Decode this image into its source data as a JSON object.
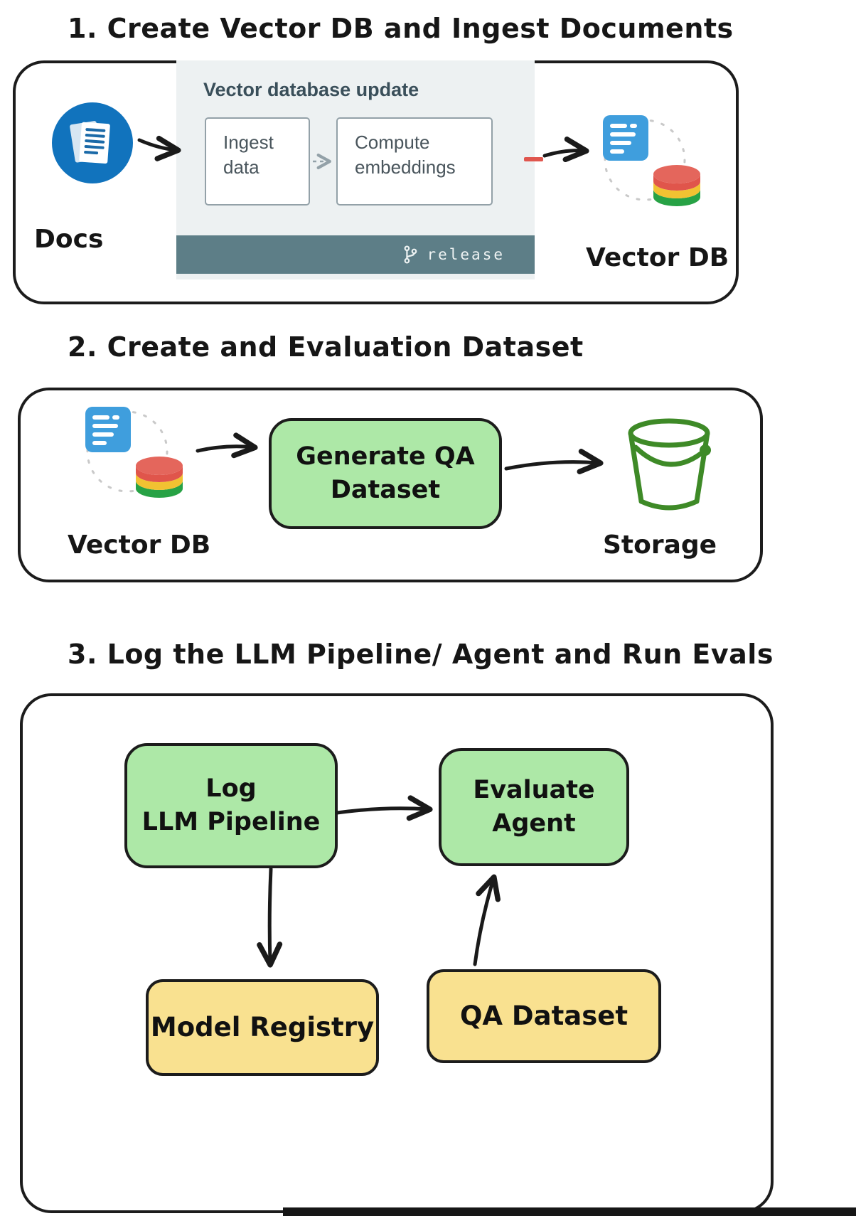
{
  "step1": {
    "title": "1. Create Vector DB and Ingest Documents",
    "docs_label": "Docs",
    "vector_db_label": "Vector DB",
    "screenshot": {
      "title": "Vector database update",
      "ingest_box": "Ingest data",
      "embeddings_box": "Compute embeddings",
      "release_label": "release"
    }
  },
  "step2": {
    "title": "2. Create and Evaluation Dataset",
    "vector_db_label": "Vector DB",
    "generate_qa_line1": "Generate QA",
    "generate_qa_line2": "Dataset",
    "storage_label": "Storage"
  },
  "step3": {
    "title": "3. Log the LLM Pipeline/ Agent and Run Evals",
    "log_pipeline_line1": "Log",
    "log_pipeline_line2": "LLM Pipeline",
    "evaluate_line1": "Evaluate",
    "evaluate_line2": "Agent",
    "model_registry_label": "Model Registry",
    "qa_dataset_label": "QA Dataset"
  },
  "colors": {
    "outline": "#1c1c1c",
    "green_box_fill": "#ade8a7",
    "yellow_box_fill": "#f9e190",
    "docs_circle_blue": "#1173bd",
    "doc_icon_blue": "#3f9edd",
    "disk_red": "#e0554b",
    "disk_yellow": "#f1c232",
    "disk_green": "#27a245",
    "bucket_green": "#3e8a27",
    "screenshot_bg": "#edf1f2",
    "screenshot_footer_bg": "#5d7e87",
    "screenshot_text": "#3a4f5a",
    "red_tick": "#e0564e"
  }
}
